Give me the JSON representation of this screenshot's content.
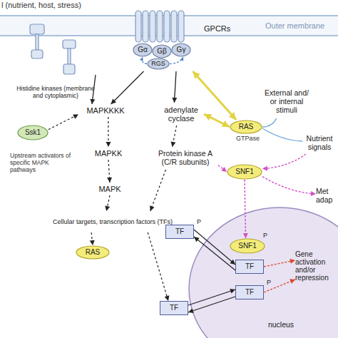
{
  "diagram": {
    "nodes": [
      {
        "text": [
          "GPCRs"
        ]
      },
      {
        "text": [
          "Gα"
        ],
        "in": 0
      },
      {
        "text": [
          "Gβ"
        ],
        "in": 0
      },
      {
        "text": [
          "Gγ"
        ],
        "in": 0
      },
      {
        "text": [
          "RGS"
        ],
        "in": 0
      },
      {
        "text": [
          "Histidine kinases (membrane and cytoplasmic)"
        ]
      },
      {
        "text": [
          "MAPKKKK"
        ]
      },
      {
        "text": [
          "adenylate cyclase"
        ]
      },
      {
        "text": [
          "External and/ or internal stimuli"
        ]
      },
      {
        "text": [
          "RAS"
        ]
      },
      {
        "text": [
          "Ssk1"
        ]
      },
      {
        "text": [
          "Nutrient signals"
        ]
      },
      {
        "text": [
          "MAPKK"
        ]
      },
      {
        "text": [
          "Protein kinase A (C/R subunits)"
        ]
      },
      {
        "text": [
          "SNF1"
        ]
      },
      {
        "text": [
          "Met adap"
        ]
      },
      {
        "text": [
          "MAPK"
        ]
      },
      {
        "text": [
          "Cellular targets, transcription factors (TFs)"
        ]
      },
      {
        "text": [
          "RAS"
        ]
      },
      {
        "text": [
          "nucleus"
        ]
      },
      {
        "text": [
          "SNF1",
          "P"
        ],
        "in": 19
      },
      {
        "text": [
          "TF",
          "P"
        ]
      },
      {
        "text": [
          "TF"
        ],
        "in": 19
      },
      {
        "text": [
          "Gene activation and/or repression"
        ],
        "in": 19
      },
      {
        "text": [
          "TF"
        ]
      },
      {
        "text": [
          "TF",
          "P"
        ],
        "in": 19
      }
    ],
    "edges": [
      {
        "from": 5,
        "to": 6,
        "arrow": "to"
      },
      {
        "from": 0,
        "to": 6,
        "arrow": "to"
      },
      {
        "from": 0,
        "to": 7,
        "arrow": "to"
      },
      {
        "from": 4,
        "to": 1,
        "arrow": "to"
      },
      {
        "from": 4,
        "to": 3,
        "arrow": "to"
      },
      {
        "from": 0,
        "to": 9,
        "arrow": "both"
      },
      {
        "from": 7,
        "to": 9,
        "arrow": "both"
      },
      {
        "from": 8,
        "to": 9,
        "arrow": "none"
      },
      {
        "from": 11,
        "to": 9,
        "arrow": "none"
      },
      {
        "from": 10,
        "to": 6,
        "arrow": "to"
      },
      {
        "from": 6,
        "to": 12,
        "arrow": "to"
      },
      {
        "from": 12,
        "to": 16,
        "arrow": "to"
      },
      {
        "from": 7,
        "to": 13,
        "arrow": "to"
      },
      {
        "from": 16,
        "to": 17,
        "arrow": "to"
      },
      {
        "from": 13,
        "to": 17,
        "arrow": "to"
      },
      {
        "from": 13,
        "to": 14,
        "arrow": "to"
      },
      {
        "from": 11,
        "to": 14,
        "arrow": "to"
      },
      {
        "from": 14,
        "to": 20,
        "arrow": "to"
      },
      {
        "from": 14,
        "to": 15,
        "arrow": "to"
      },
      {
        "from": 17,
        "to": 18,
        "arrow": "to"
      },
      {
        "from": 17,
        "to": 24,
        "arrow": "to"
      },
      {
        "from": 21,
        "to": 22,
        "arrow": "to"
      },
      {
        "from": 22,
        "to": 21,
        "arrow": "to"
      },
      {
        "from": 24,
        "to": 25,
        "arrow": "to"
      },
      {
        "from": 25,
        "to": 24,
        "arrow": "to"
      },
      {
        "from": 22,
        "to": 23,
        "arrow": "to"
      },
      {
        "from": 25,
        "to": 23,
        "arrow": "to"
      }
    ],
    "labels": [
      "l (nutrient, host, stress)",
      "Outer membrane",
      "GTPase",
      "Upstream activators of specific MAPK pathways"
    ]
  }
}
